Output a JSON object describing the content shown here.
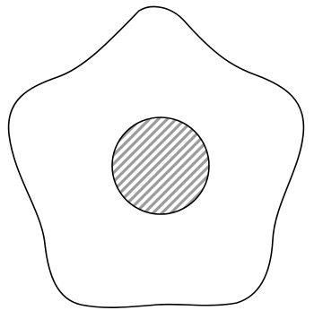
{
  "diagram": {
    "background_color": "#ffffff",
    "outer_shape": {
      "kind": "rounded-pentagon",
      "stroke_color": "#000000",
      "fill_color": "#ffffff"
    },
    "inner_circle": {
      "kind": "circle",
      "stroke_color": "#000000",
      "fill_pattern": "diagonal-hatch",
      "hatch_color": "#9a9a9a",
      "fill_color": "#ffffff"
    }
  }
}
